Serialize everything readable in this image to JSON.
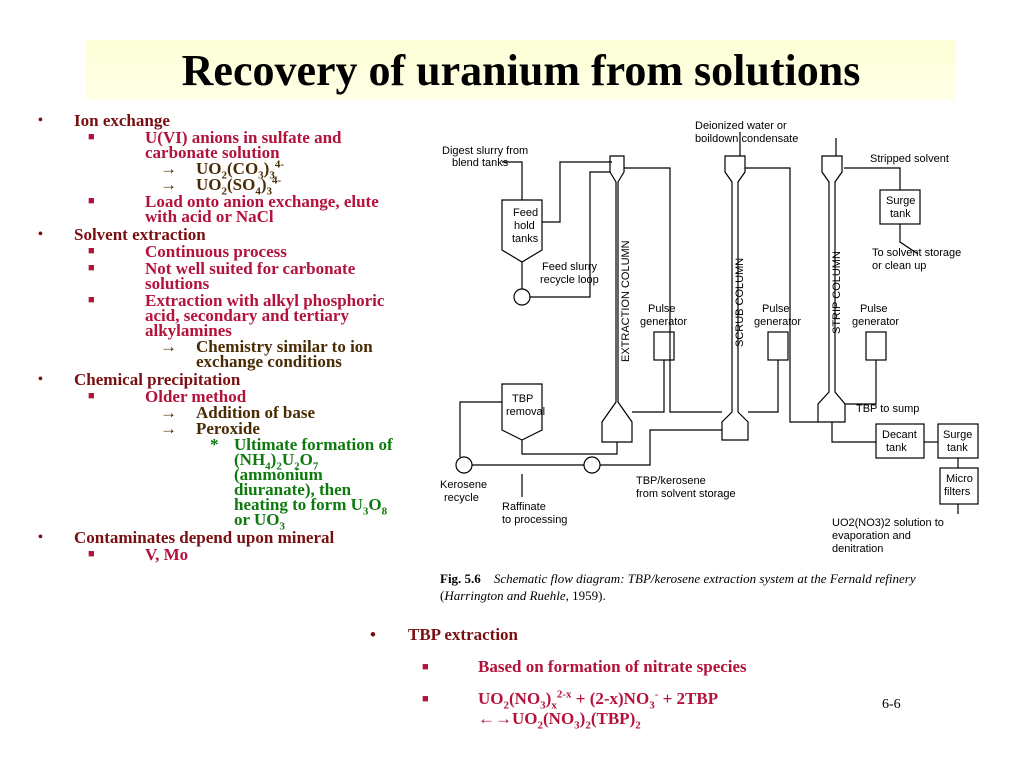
{
  "slide": {
    "title": "Recovery of uranium from solutions",
    "page_number": "6-6"
  },
  "outline": [
    {
      "level": 0,
      "bullet": "•",
      "text": "Ion exchange"
    },
    {
      "level": 1,
      "bullet": "■",
      "text": "U(VI) anions in sulfate and carbonate solution"
    },
    {
      "level": 2,
      "bullet": "→",
      "text": "UO2(CO3)3 4-",
      "html": "UO<sub>2</sub>(CO<sub>3</sub>)<sub>3</sub><sup>4-</sup>"
    },
    {
      "level": 2,
      "bullet": "→",
      "text": "UO2(SO4)3 4-",
      "html": "UO<sub>2</sub>(SO<sub>4</sub>)<sub>3</sub><sup>4-</sup>"
    },
    {
      "level": 1,
      "bullet": "■",
      "text": "Load onto anion exchange, elute with acid or NaCl"
    },
    {
      "level": 0,
      "bullet": "•",
      "text": "Solvent extraction"
    },
    {
      "level": 1,
      "bullet": "■",
      "text": "Continuous process"
    },
    {
      "level": 1,
      "bullet": "■",
      "text": "Not well suited for carbonate solutions"
    },
    {
      "level": 1,
      "bullet": "■",
      "text": "Extraction with alkyl phosphoric acid, secondary and tertiary alkylamines"
    },
    {
      "level": 2,
      "bullet": "→",
      "text": "Chemistry similar to ion exchange conditions"
    },
    {
      "level": 0,
      "bullet": "•",
      "text": "Chemical precipitation"
    },
    {
      "level": 1,
      "bullet": "■",
      "text": "Older method"
    },
    {
      "level": 2,
      "bullet": "→",
      "text": "Addition of base"
    },
    {
      "level": 2,
      "bullet": "→",
      "text": "Peroxide"
    },
    {
      "level": 3,
      "bullet": "*",
      "text": "Ultimate formation of (NH4)2U2O7 (ammonium diuranate), then heating to form U3O8 or UO3",
      "html": "Ultimate formation of (NH<sub>4</sub>)<sub>2</sub>U<sub>2</sub>O<sub>7</sub> (ammonium diuranate), then heating to form U<sub>3</sub>O<sub>8</sub> or UO<sub>3</sub>"
    },
    {
      "level": 0,
      "bullet": "•",
      "text": "Contaminates depend upon mineral"
    },
    {
      "level": 1,
      "bullet": "■",
      "text": "V, Mo"
    }
  ],
  "diagram": {
    "labels": {
      "digest": [
        "Digest slurry from",
        "blend tanks"
      ],
      "feed_hold": [
        "Feed",
        "hold",
        "tanks"
      ],
      "feed_slurry": [
        "Feed slurry",
        "recycle loop"
      ],
      "deionized": [
        "Deionized water or",
        "boildown condensate"
      ],
      "stripped_solvent": "Stripped solvent",
      "surge_tank_top": [
        "Surge",
        "tank"
      ],
      "solvent_storage": [
        "To solvent storage",
        "or clean up"
      ],
      "extraction_column": "EXTRACTION COLUMN",
      "scrub_column": "SCRUB COLUMN",
      "strip_column": "STRIP COLUMN",
      "pulse_1": [
        "Pulse",
        "generator"
      ],
      "pulse_2": [
        "Pulse",
        "generator"
      ],
      "pulse_3": [
        "Pulse",
        "generator"
      ],
      "tbp_removal": [
        "TBP",
        "removal"
      ],
      "tbp_to_sump": "TBP to sump",
      "decant_tank": [
        "Decant",
        "tank"
      ],
      "surge_tank_bottom": [
        "Surge",
        "tank"
      ],
      "kerosene": [
        "Kerosene",
        "recycle"
      ],
      "tbp_kerosene": [
        "TBP/kerosene",
        "from solvent storage"
      ],
      "raffinate": [
        "Raffinate",
        "to processing"
      ],
      "micro_filters": [
        "Micro",
        "filters"
      ],
      "uo2_solution": [
        "UO2(NO3)2 solution to",
        "evaporation and",
        "denitration"
      ]
    }
  },
  "caption": {
    "fig_no": "Fig. 5.6",
    "text": "Schematic flow diagram: TBP/kerosene extraction system at the Fernald refinery",
    "citation_authors": "Harrington and Ruehle",
    "citation_year": ", 1959)."
  },
  "right_list": [
    {
      "level": 0,
      "bullet": "•",
      "text": "TBP extraction"
    },
    {
      "level": 1,
      "bullet": "■",
      "text": "Based on formation of nitrate species"
    },
    {
      "level": 1,
      "bullet": "■",
      "text": "UO2(NO3)x 2-x + (2-x)NO3 - + 2TBP ↔UO2(NO3)2(TBP)2",
      "html": "UO<sub>2</sub>(NO<sub>3</sub>)<sub>x</sub><sup>2-x</sup> + (2-x)NO<sub>3</sub><sup>-</sup> + 2TBP<br>&larr;&rarr;UO<sub>2</sub>(NO<sub>3</sub>)<sub>2</sub>(TBP)<sub>2</sub>"
    }
  ]
}
